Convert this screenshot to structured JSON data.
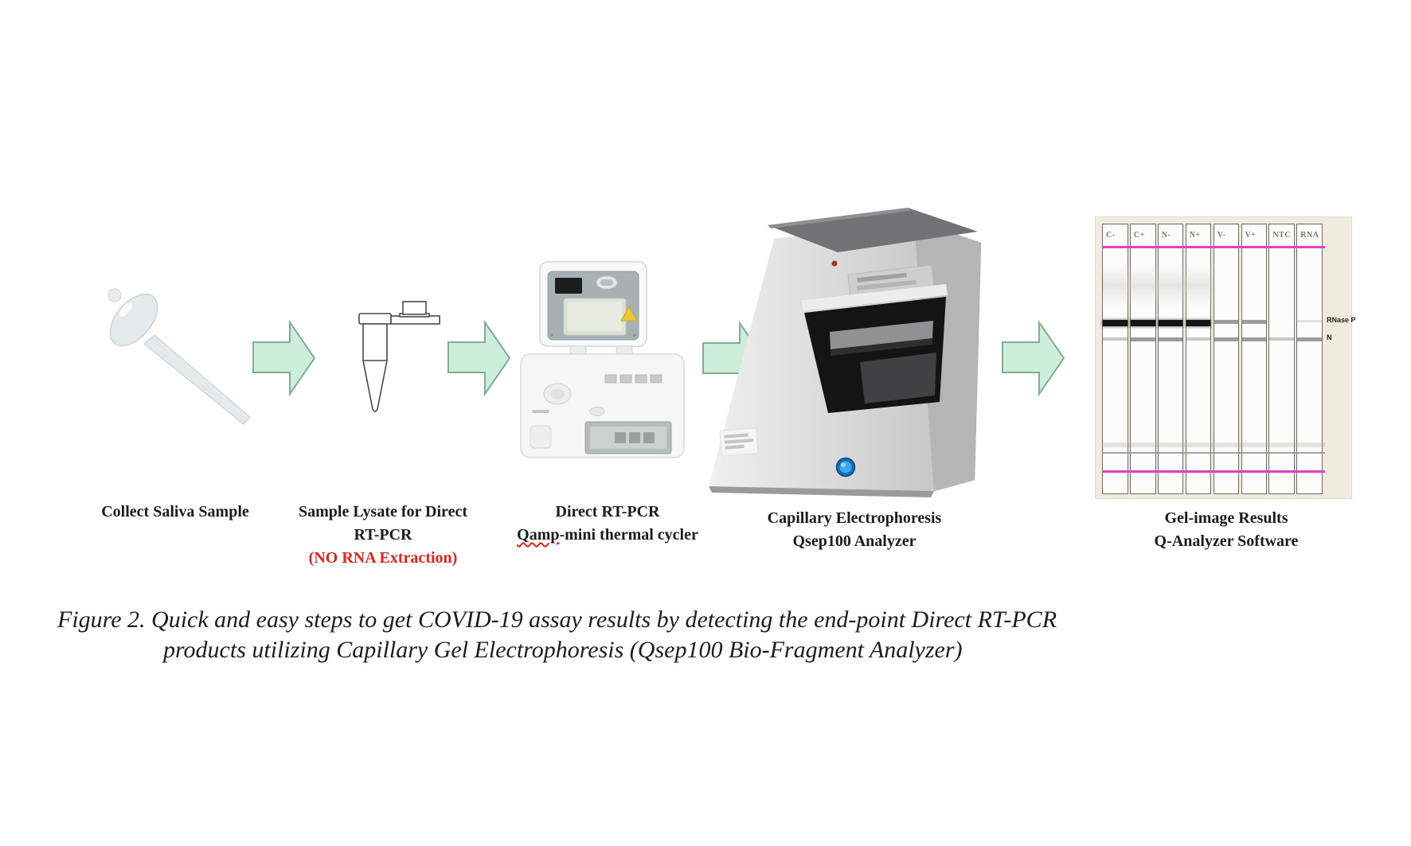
{
  "figure": {
    "steps": [
      {
        "id": "collect-saliva",
        "label_lines": [
          "Collect Saliva Sample"
        ]
      },
      {
        "id": "sample-lysate",
        "label_lines": [
          "Sample Lysate for Direct",
          "RT-PCR"
        ],
        "note": "(NO RNA Extraction)"
      },
      {
        "id": "direct-rtpcr",
        "label_lines": [
          "Direct RT-PCR"
        ],
        "line2_misspelled": "Qamp",
        "line2_rest": "-mini thermal cycler"
      },
      {
        "id": "capillary-electrophoresis",
        "label_lines": [
          "Capillary Electrophoresis",
          "Qsep100 Analyzer"
        ]
      },
      {
        "id": "gel-results",
        "label_lines": [
          "Gel-image Results",
          "Q-Analyzer Software"
        ]
      }
    ],
    "caption": {
      "line1": "Figure 2. Quick and easy steps to get COVID-19 assay results by detecting the end-point Direct RT-PCR",
      "line2": "products utilizing Capillary Gel Electrophoresis (Qsep100 Bio-Fragment Analyzer)"
    },
    "gel": {
      "lanes": [
        {
          "name": "C-",
          "rnasep": "strong",
          "n": "light"
        },
        {
          "name": "C+",
          "rnasep": "strong",
          "n": "medium"
        },
        {
          "name": "N-",
          "rnasep": "strong",
          "n": "medium"
        },
        {
          "name": "N+",
          "rnasep": "strong",
          "n": "light"
        },
        {
          "name": "V-",
          "rnasep": "medium",
          "n": "medium"
        },
        {
          "name": "V+",
          "rnasep": "medium",
          "n": "medium"
        },
        {
          "name": "NTC",
          "rnasep": "none",
          "n": "light"
        },
        {
          "name": "RNA",
          "rnasep": "faint",
          "n": "medium"
        }
      ],
      "band_labels": [
        "RNase P",
        "N"
      ],
      "band_styles": {
        "strong": {
          "color": "#151515",
          "h": 8
        },
        "medium": {
          "color": "#9c9c9c",
          "h": 5
        },
        "light": {
          "color": "#c8c8c6",
          "h": 4
        },
        "faint": {
          "color": "#e1e1df",
          "h": 3
        },
        "none": null
      }
    },
    "colors": {
      "arrow_fill": "#cdeeda",
      "arrow_stroke": "#7fae92",
      "magenta": "#e23fc4",
      "red_text": "#e3201b",
      "label_text": "#1b1b1b",
      "caption_text": "#1c1c1c",
      "gel_panel_bg": "#efecdf",
      "gel_lane_bg": "#fcfcfa",
      "gel_lane_border": "#6d6d66",
      "gel_header_text": "#7d7668"
    }
  }
}
